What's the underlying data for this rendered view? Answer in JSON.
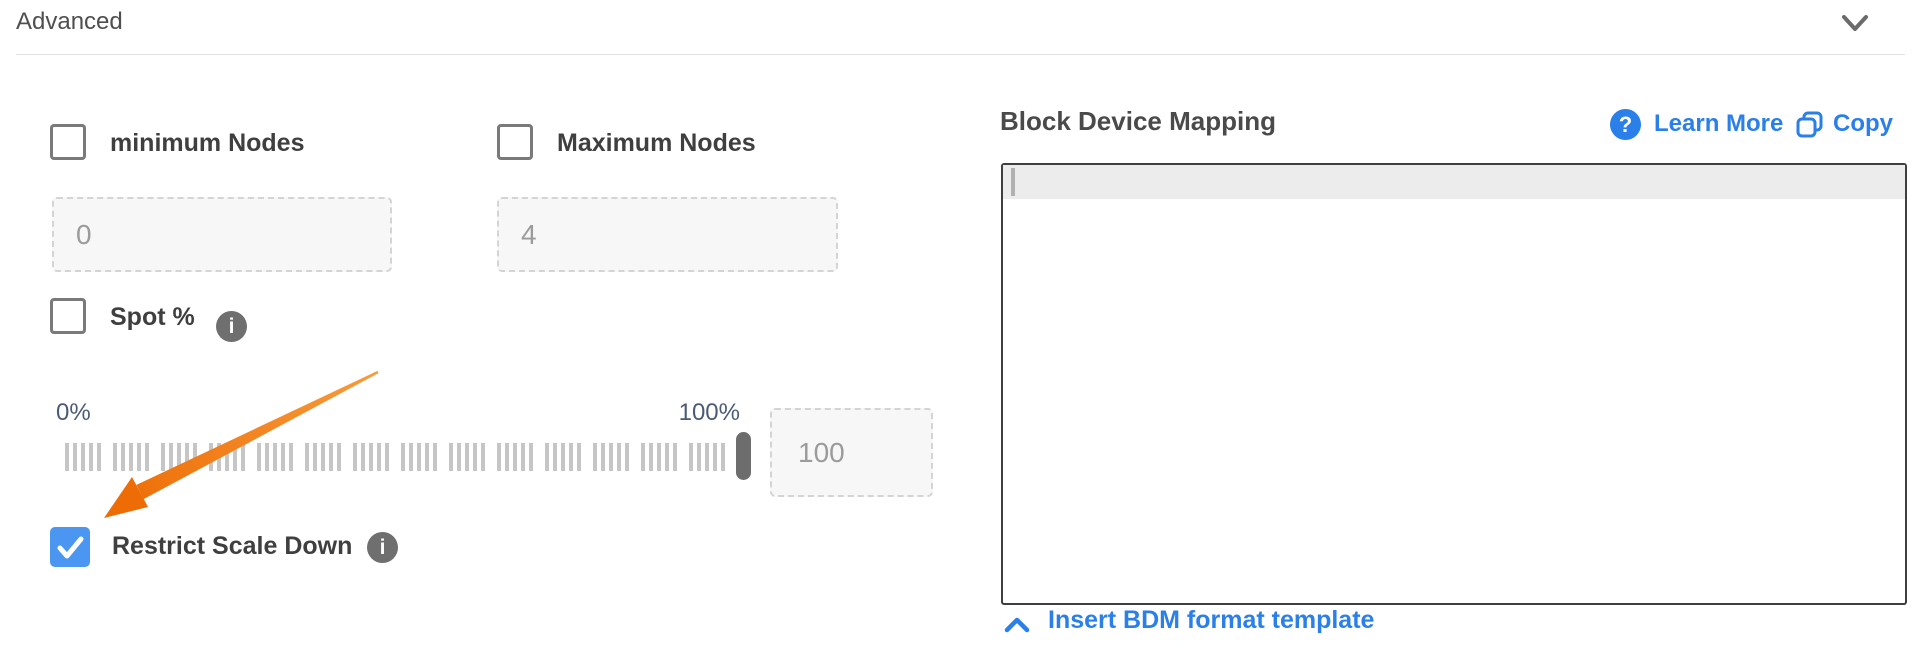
{
  "panel": {
    "title": "Advanced"
  },
  "left": {
    "min_nodes": {
      "label": "minimum Nodes",
      "checked": false,
      "placeholder": "0"
    },
    "max_nodes": {
      "label": "Maximum Nodes",
      "checked": false,
      "placeholder": "4"
    },
    "spot": {
      "label": "Spot %",
      "checked": false
    },
    "slider": {
      "min_label": "0%",
      "max_label": "100%",
      "value_placeholder": "100",
      "position_percent": 100
    },
    "restrict": {
      "label": "Restrict Scale Down",
      "checked": true
    }
  },
  "right": {
    "title": "Block Device Mapping",
    "learn_more_label": "Learn More",
    "copy_label": "Copy",
    "editor_value": "",
    "insert_template_label": "Insert BDM format template"
  },
  "icons": {
    "info_glyph": "i",
    "help_glyph": "?"
  },
  "colors": {
    "accent_blue": "#2b7fe8",
    "checkbox_checked_blue": "#4a96f0",
    "annotation_orange": "#f0730f",
    "slider_label": "#4c5b75",
    "editor_border": "#3f3f3f"
  }
}
